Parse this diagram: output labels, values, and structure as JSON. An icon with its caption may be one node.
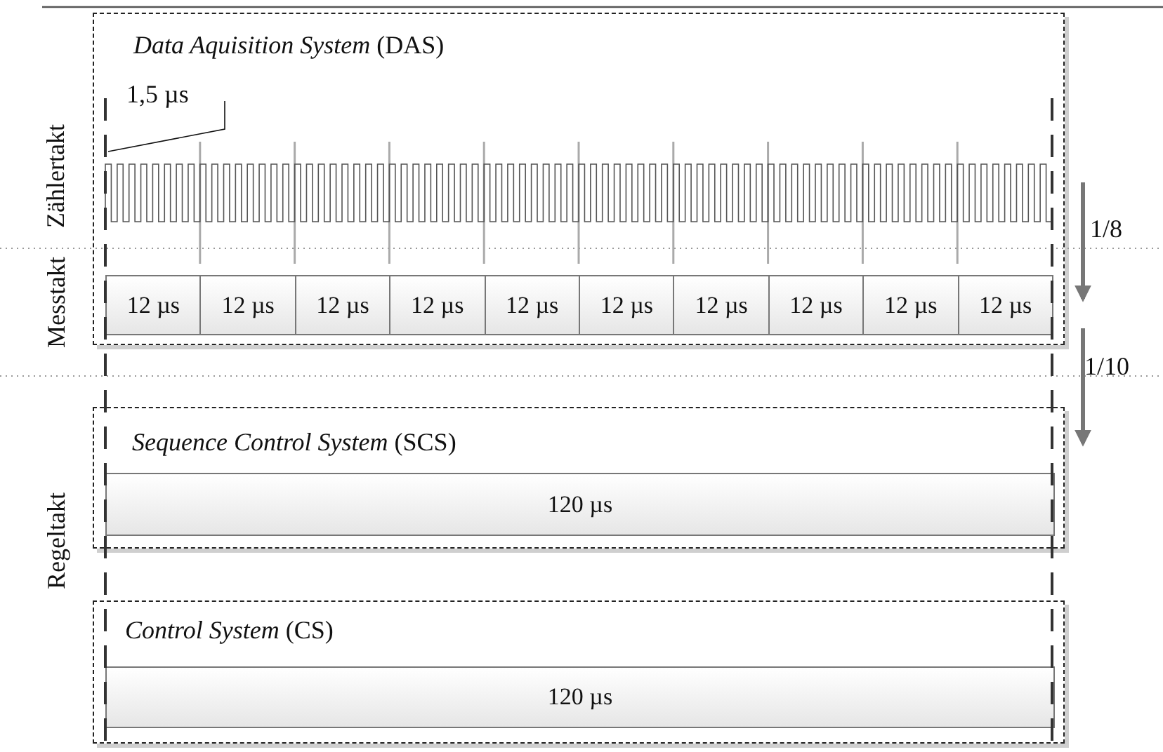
{
  "diagram": {
    "nodes": [
      {
        "text": [
          "*Data Aquisition System* (DAS)"
        ]
      },
      {
        "text": [
          "12 µs"
        ],
        "in": 0
      },
      {
        "text": [
          "12 µs"
        ],
        "in": 0
      },
      {
        "text": [
          "12 µs"
        ],
        "in": 0
      },
      {
        "text": [
          "12 µs"
        ],
        "in": 0
      },
      {
        "text": [
          "12 µs"
        ],
        "in": 0
      },
      {
        "text": [
          "12 µs"
        ],
        "in": 0
      },
      {
        "text": [
          "12 µs"
        ],
        "in": 0
      },
      {
        "text": [
          "12 µs"
        ],
        "in": 0
      },
      {
        "text": [
          "12 µs"
        ],
        "in": 0
      },
      {
        "text": [
          "12 µs"
        ],
        "in": 0
      },
      {
        "text": [
          "*Sequence Control System* (SCS)"
        ]
      },
      {
        "text": [
          "120 µs"
        ],
        "in": 11
      },
      {
        "text": [
          "*Control System* (CS)"
        ]
      },
      {
        "text": [
          "120 µs"
        ],
        "in": 13
      }
    ],
    "labels": [
      "Zählertakt",
      "1,5 µs",
      "1/8",
      "Messtakt",
      "1/10",
      "Regeltakt"
    ]
  }
}
